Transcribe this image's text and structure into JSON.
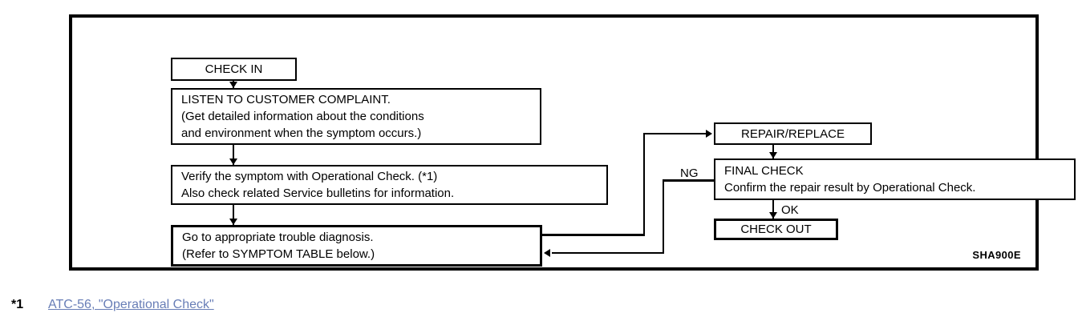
{
  "figure": {
    "id_label": "SHA900E"
  },
  "flow": {
    "boxes": {
      "check_in": {
        "lines": [
          "CHECK IN"
        ]
      },
      "listen": {
        "lines": [
          "LISTEN TO CUSTOMER COMPLAINT.",
          "(Get detailed information about the conditions",
          "and environment when the symptom occurs.)"
        ]
      },
      "verify": {
        "lines": [
          "Verify the symptom with Operational Check. (*1)",
          "Also check related Service bulletins for information."
        ]
      },
      "goto_diagnosis": {
        "lines": [
          "Go to appropriate trouble diagnosis.",
          "(Refer to SYMPTOM TABLE below.)"
        ]
      },
      "repair_replace": {
        "lines": [
          "REPAIR/REPLACE"
        ]
      },
      "final_check": {
        "lines": [
          "FINAL CHECK",
          "Confirm the repair result by Operational Check."
        ]
      },
      "check_out": {
        "lines": [
          "CHECK OUT"
        ]
      }
    },
    "edge_labels": {
      "ng": "NG",
      "ok": "OK"
    }
  },
  "footnote": {
    "mark": "*1",
    "link_text": "ATC-56, \"Operational Check\""
  },
  "colors": {
    "ink": "#000000",
    "background": "#ffffff",
    "link": "#0b2f8a"
  }
}
